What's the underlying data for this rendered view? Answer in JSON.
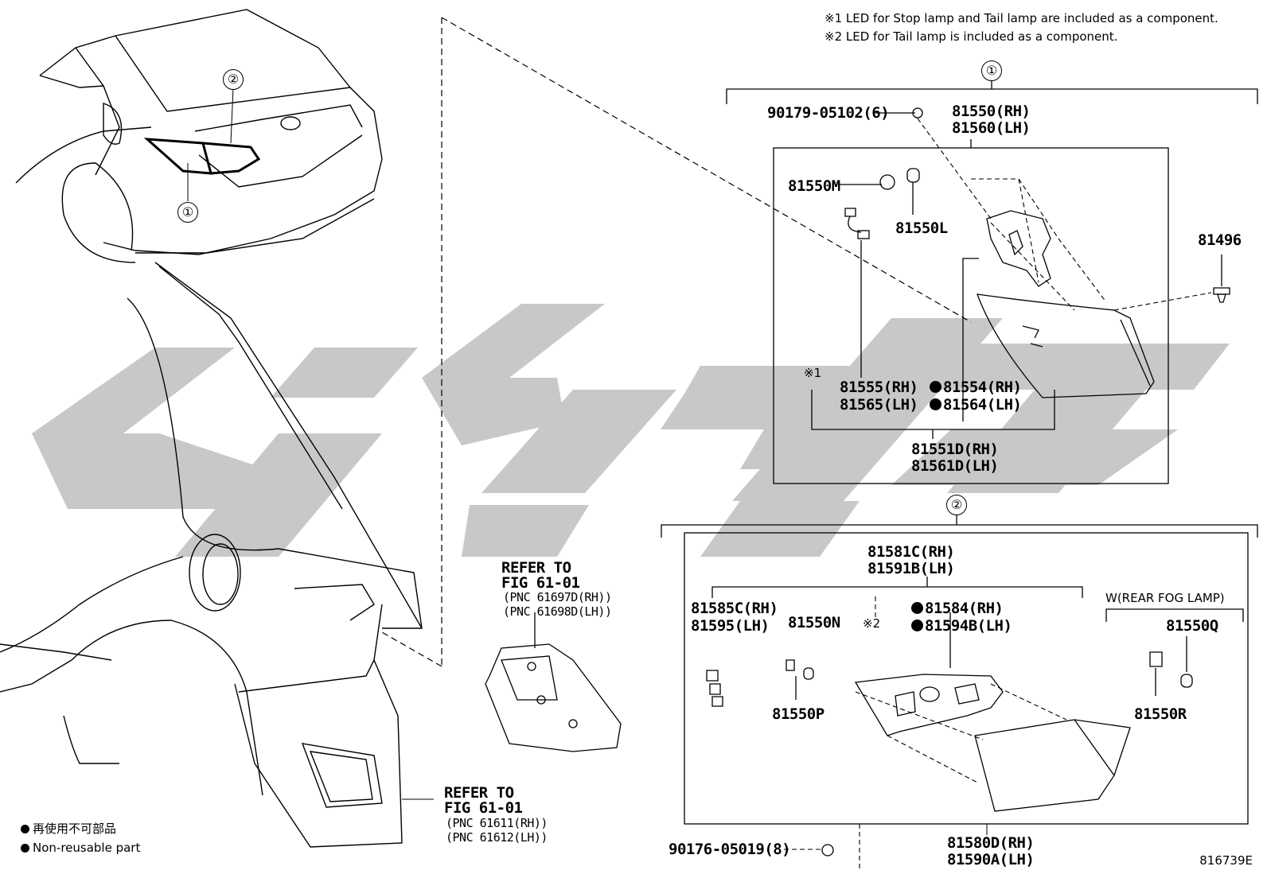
{
  "notes": {
    "n1": "※1 LED for Stop lamp and Tail lamp are included as a component.",
    "n2": "※2 LED for Tail lamp is included as a component."
  },
  "markers": {
    "m1": "①",
    "m2": "②",
    "x1": "※1",
    "x2": "※2"
  },
  "group1": {
    "screw": "90179-05102(6)",
    "assy_rh": "81550(RH)",
    "assy_lh": "81560(LH)",
    "socket_m": "81550M",
    "bulb_l": "81550L",
    "clip": "81496",
    "led_rh": "81555(RH)",
    "led_lh": "81565(LH)",
    "gasket_rh": "81554(RH)",
    "gasket_lh": "81564(LH)",
    "lens_rh": "81551D(RH)",
    "lens_lh": "81561D(LH)"
  },
  "group2": {
    "sub_rh": "81581C(RH)",
    "sub_lh": "81591B(LH)",
    "socket_rh": "81585C(RH)",
    "socket_lh": "81595(LH)",
    "bulb_n": "81550N",
    "gasket_rh": "81584(RH)",
    "gasket_lh": "81594B(LH)",
    "fog_title": "W(REAR FOG LAMP)",
    "bulb_q": "81550Q",
    "socket_p": "81550P",
    "socket_r": "81550R",
    "lamp_rh": "81580D(RH)",
    "lamp_lh": "81590A(LH)",
    "screw": "90176-05019(8)"
  },
  "refs": {
    "ref_a_l1": "REFER TO",
    "ref_a_l2": "FIG 61-01",
    "ref_a_l3": "(PNC 61697D(RH))",
    "ref_a_l4": "(PNC 61698D(LH))",
    "ref_b_l1": "REFER TO",
    "ref_b_l2": "FIG 61-01",
    "ref_b_l3": "(PNC 61611(RH))",
    "ref_b_l4": "(PNC 61612(LH))"
  },
  "legend": {
    "jp": "再使用不可部品",
    "en": "Non-reusable part"
  },
  "figure_id": "816739E",
  "colors": {
    "watermark": "#c8c8c8",
    "line": "#000000"
  }
}
